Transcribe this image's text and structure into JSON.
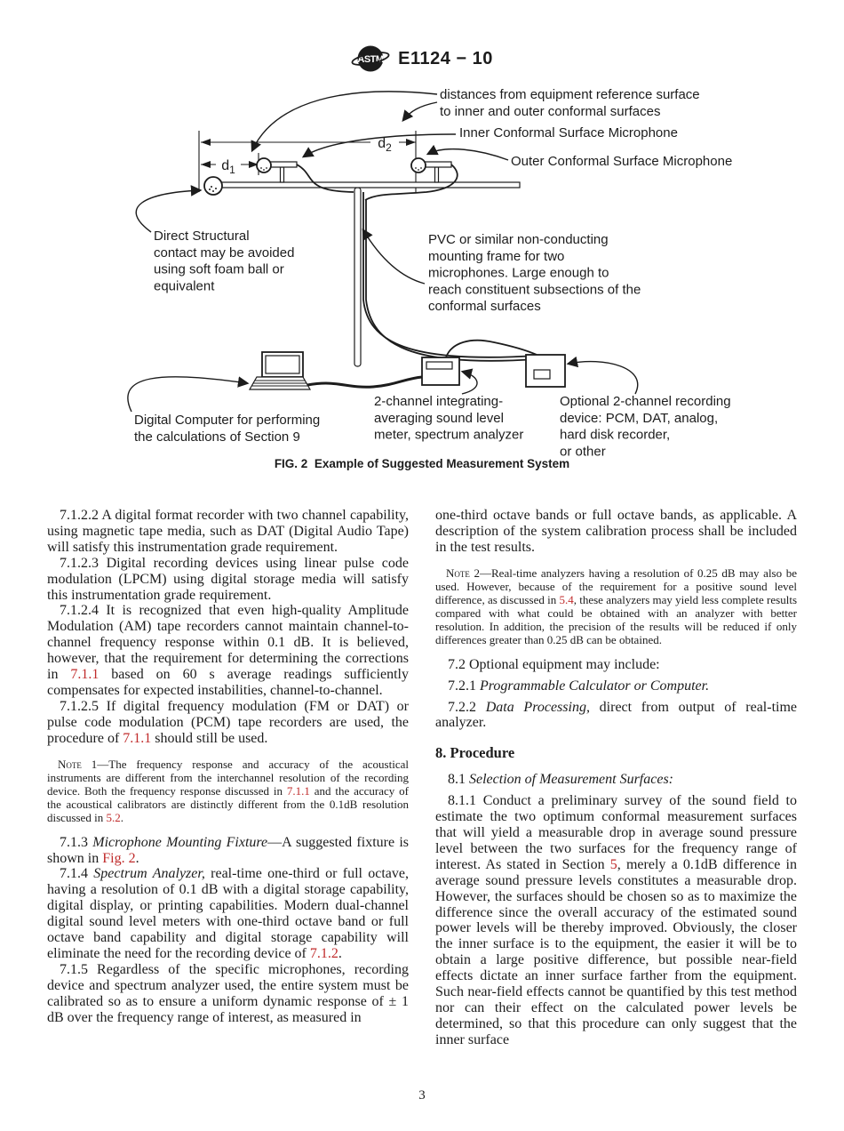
{
  "colors": {
    "link": "#c02b2b",
    "ink": "#1c1c1c"
  },
  "header": {
    "logo": "ASTM",
    "standard_number": "E1124 − 10"
  },
  "figure": {
    "caption": "FIG. 2  Example of Suggested Measurement System",
    "dim_d1": {
      "base": "d",
      "sub": "1"
    },
    "dim_d2": {
      "base": "d",
      "sub": "2"
    },
    "labels": {
      "distances": "distances from equipment reference surface\nto inner and outer conformal surfaces",
      "inner_mic": "Inner Conformal Surface Microphone",
      "outer_mic": "Outer Conformal Surface Microphone",
      "foam": "Direct Structural\ncontact may be avoided\nusing soft foam ball or\nequivalent",
      "pvc": "PVC or similar non-conducting\nmounting frame for two\nmicrophones. Large enough to\nreach constituent subsections of the\nconformal surfaces",
      "computer": "Digital Computer for performing\nthe calculations of Section 9",
      "meter": "2-channel integrating-\naveraging sound level\nmeter, spectrum analyzer",
      "recorder": "Optional 2-channel recording\ndevice: PCM, DAT, analog,\nhard disk recorder,\nor other"
    }
  },
  "body": {
    "left_column": [
      {
        "name": "para-7-1-2-2",
        "class": "para",
        "runs": [
          {
            "t": "7.1.2.2 A digital format recorder with two channel capability, using magnetic tape media, such as DAT (Digital Audio Tape) will satisfy this instrumentation grade requirement."
          }
        ]
      },
      {
        "name": "para-7-1-2-3",
        "class": "para",
        "runs": [
          {
            "t": "7.1.2.3 Digital recording devices using linear pulse code modulation (LPCM) using digital storage media will satisfy this instrumentation grade requirement."
          }
        ]
      },
      {
        "name": "para-7-1-2-4",
        "class": "para",
        "runs": [
          {
            "t": "7.1.2.4 It is recognized that even high-quality Amplitude Modulation (AM) tape recorders cannot maintain channel-to-channel frequency response within 0.1 dB. It is believed, however, that the requirement for determining the corrections in "
          },
          {
            "t": "7.1.1",
            "s": "link"
          },
          {
            "t": " based on 60 s average readings sufficiently compensates for expected instabilities, channel-to-channel."
          }
        ]
      },
      {
        "name": "para-7-1-2-5",
        "class": "para",
        "runs": [
          {
            "t": "7.1.2.5 If digital frequency modulation (FM or DAT) or pulse code modulation (PCM) tape recorders are used, the procedure of "
          },
          {
            "t": "7.1.1",
            "s": "link"
          },
          {
            "t": " should still be used."
          }
        ]
      },
      {
        "name": "note-1",
        "class": "para note",
        "runs": [
          {
            "t": "Note",
            "s": "sc"
          },
          {
            "t": " 1—The frequency response and accuracy of the acoustical instruments are different from the interchannel resolution of the recording device. Both the frequency response discussed in "
          },
          {
            "t": "7.1.1",
            "s": "link"
          },
          {
            "t": " and the accuracy of the acoustical calibrators are distinctly different from the 0.1dB resolution discussed in "
          },
          {
            "t": "5.2",
            "s": "link"
          },
          {
            "t": "."
          }
        ]
      },
      {
        "name": "para-7-1-3",
        "class": "para",
        "runs": [
          {
            "t": "7.1.3 "
          },
          {
            "t": "Microphone Mounting Fixture",
            "s": "italic"
          },
          {
            "t": "—A suggested fixture is shown in "
          },
          {
            "t": "Fig. 2",
            "s": "link"
          },
          {
            "t": "."
          }
        ]
      },
      {
        "name": "para-7-1-4",
        "class": "para",
        "runs": [
          {
            "t": "7.1.4 "
          },
          {
            "t": "Spectrum Analyzer,",
            "s": "italic"
          },
          {
            "t": " real-time one-third or full octave, having a resolution of 0.1 dB with a digital storage capability, digital display, or printing capabilities. Modern dual-channel digital sound level meters with one-third octave band or full octave band capability and digital storage capability will eliminate the need for the recording device of "
          },
          {
            "t": "7.1.2",
            "s": "link"
          },
          {
            "t": "."
          }
        ]
      },
      {
        "name": "para-7-1-5",
        "class": "para",
        "runs": [
          {
            "t": "7.1.5 Regardless of the specific microphones, recording device and spectrum analyzer used, the entire system must be calibrated so as to ensure a uniform dynamic response of ± 1 dB over the frequency range of interest, as measured in"
          }
        ]
      }
    ],
    "right_column": [
      {
        "name": "para-7-1-5-continued",
        "class": "para no-indent",
        "runs": [
          {
            "t": "one-third octave bands or full octave bands, as applicable. A description of the system calibration process shall be included in the test results."
          }
        ]
      },
      {
        "name": "note-2",
        "class": "para note",
        "runs": [
          {
            "t": "Note",
            "s": "sc"
          },
          {
            "t": " 2—Real-time analyzers having a resolution of 0.25 dB may also be used. However, because of the requirement for a positive sound level difference, as discussed in "
          },
          {
            "t": "5.4",
            "s": "link"
          },
          {
            "t": ", these analyzers may yield less complete results compared with what could be obtained with an analyzer with better resolution. In addition, the precision of the results will be reduced if only differences greater than 0.25 dB can be obtained."
          }
        ]
      },
      {
        "name": "para-7-2",
        "class": "para gap",
        "runs": [
          {
            "t": "7.2 Optional equipment may include:"
          }
        ]
      },
      {
        "name": "para-7-2-1",
        "class": "para gap",
        "runs": [
          {
            "t": "7.2.1 "
          },
          {
            "t": "Programmable Calculator or Computer.",
            "s": "italic"
          }
        ]
      },
      {
        "name": "para-7-2-2",
        "class": "para gap",
        "runs": [
          {
            "t": "7.2.2 "
          },
          {
            "t": "Data Processing,",
            "s": "italic"
          },
          {
            "t": " direct from output of real-time analyzer."
          }
        ]
      },
      {
        "name": "heading-8-procedure",
        "class": "para heading",
        "runs": [
          {
            "t": "8. Procedure"
          }
        ]
      },
      {
        "name": "para-8-1",
        "class": "para gap",
        "runs": [
          {
            "t": "8.1 "
          },
          {
            "t": "Selection of Measurement Surfaces:",
            "s": "italic"
          }
        ]
      },
      {
        "name": "para-8-1-1",
        "class": "para gap",
        "runs": [
          {
            "t": "8.1.1 Conduct a preliminary survey of the sound field to estimate the two optimum conformal measurement surfaces that will yield a measurable drop in average sound pressure level between the two surfaces for the frequency range of interest. As stated in Section "
          },
          {
            "t": "5",
            "s": "link"
          },
          {
            "t": ", merely a 0.1dB difference in average sound pressure levels constitutes a measurable drop. However, the surfaces should be chosen so as to maximize the difference since the overall accuracy of the estimated sound power levels will be thereby improved. Obviously, the closer the inner surface is to the equipment, the easier it will be to obtain a large positive difference, but possible near-field effects dictate an inner surface farther from the equipment. Such near-field effects cannot be quantified by this test method nor can their effect on the calculated power levels be determined, so that this procedure can only suggest that the inner surface"
          }
        ]
      }
    ]
  },
  "footer": {
    "page_number": "3"
  }
}
